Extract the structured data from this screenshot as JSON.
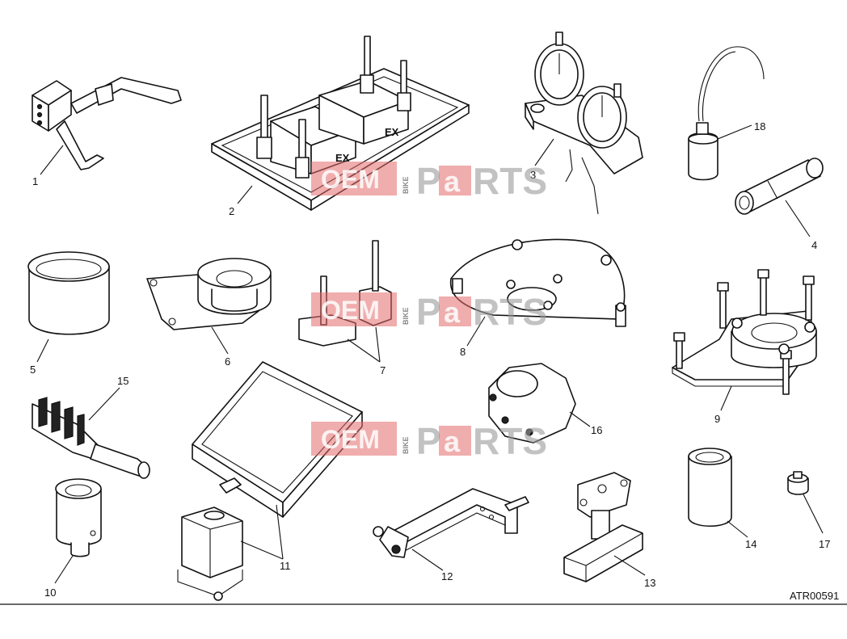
{
  "diagram": {
    "reference_code": "ATR00591",
    "watermark": {
      "part1": "OEM",
      "part2": "BIKE",
      "part3": "P",
      "part4": "a",
      "part5": "RTS"
    },
    "callouts": [
      "1",
      "2",
      "3",
      "4",
      "5",
      "6",
      "7",
      "8",
      "9",
      "10",
      "11",
      "12",
      "13",
      "14",
      "15",
      "16",
      "17",
      "18"
    ],
    "labels": {
      "ex": "EX"
    },
    "colors": {
      "line": "#111111",
      "watermark_red": "#e46a6a",
      "watermark_grey": "#9a9a9a"
    }
  }
}
